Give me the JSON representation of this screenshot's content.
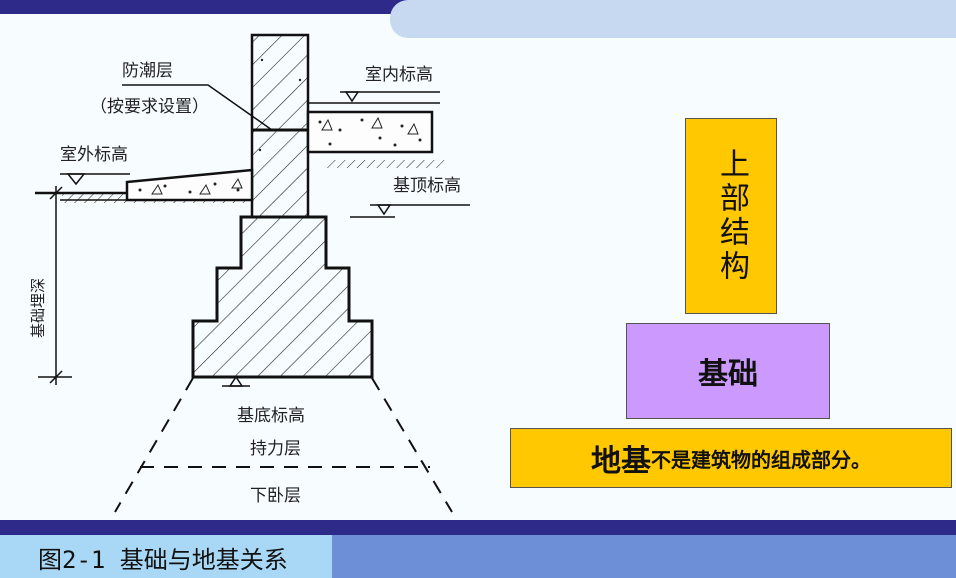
{
  "labels": {
    "damp_proof": "防潮层",
    "damp_proof_note": "（按要求设置）",
    "indoor_level": "室内标高",
    "outdoor_level": "室外标高",
    "foundation_top_level": "基顶标高",
    "foundation_depth": "基础埋深",
    "foundation_bottom_level": "基底标高",
    "bearing_layer": "持力层",
    "underlying_layer": "下卧层"
  },
  "blocks": {
    "superstructure": "上部结构",
    "foundation": "基础",
    "ground_bold": "地基",
    "ground_rest": "不是建筑物的组成部分。"
  },
  "colors": {
    "superstructure": "#ffc800",
    "foundation": "#cc99ff",
    "ground": "#ffc800",
    "dark_band": "#2d2a8a"
  },
  "caption": "图2-1  基础与地基关系"
}
